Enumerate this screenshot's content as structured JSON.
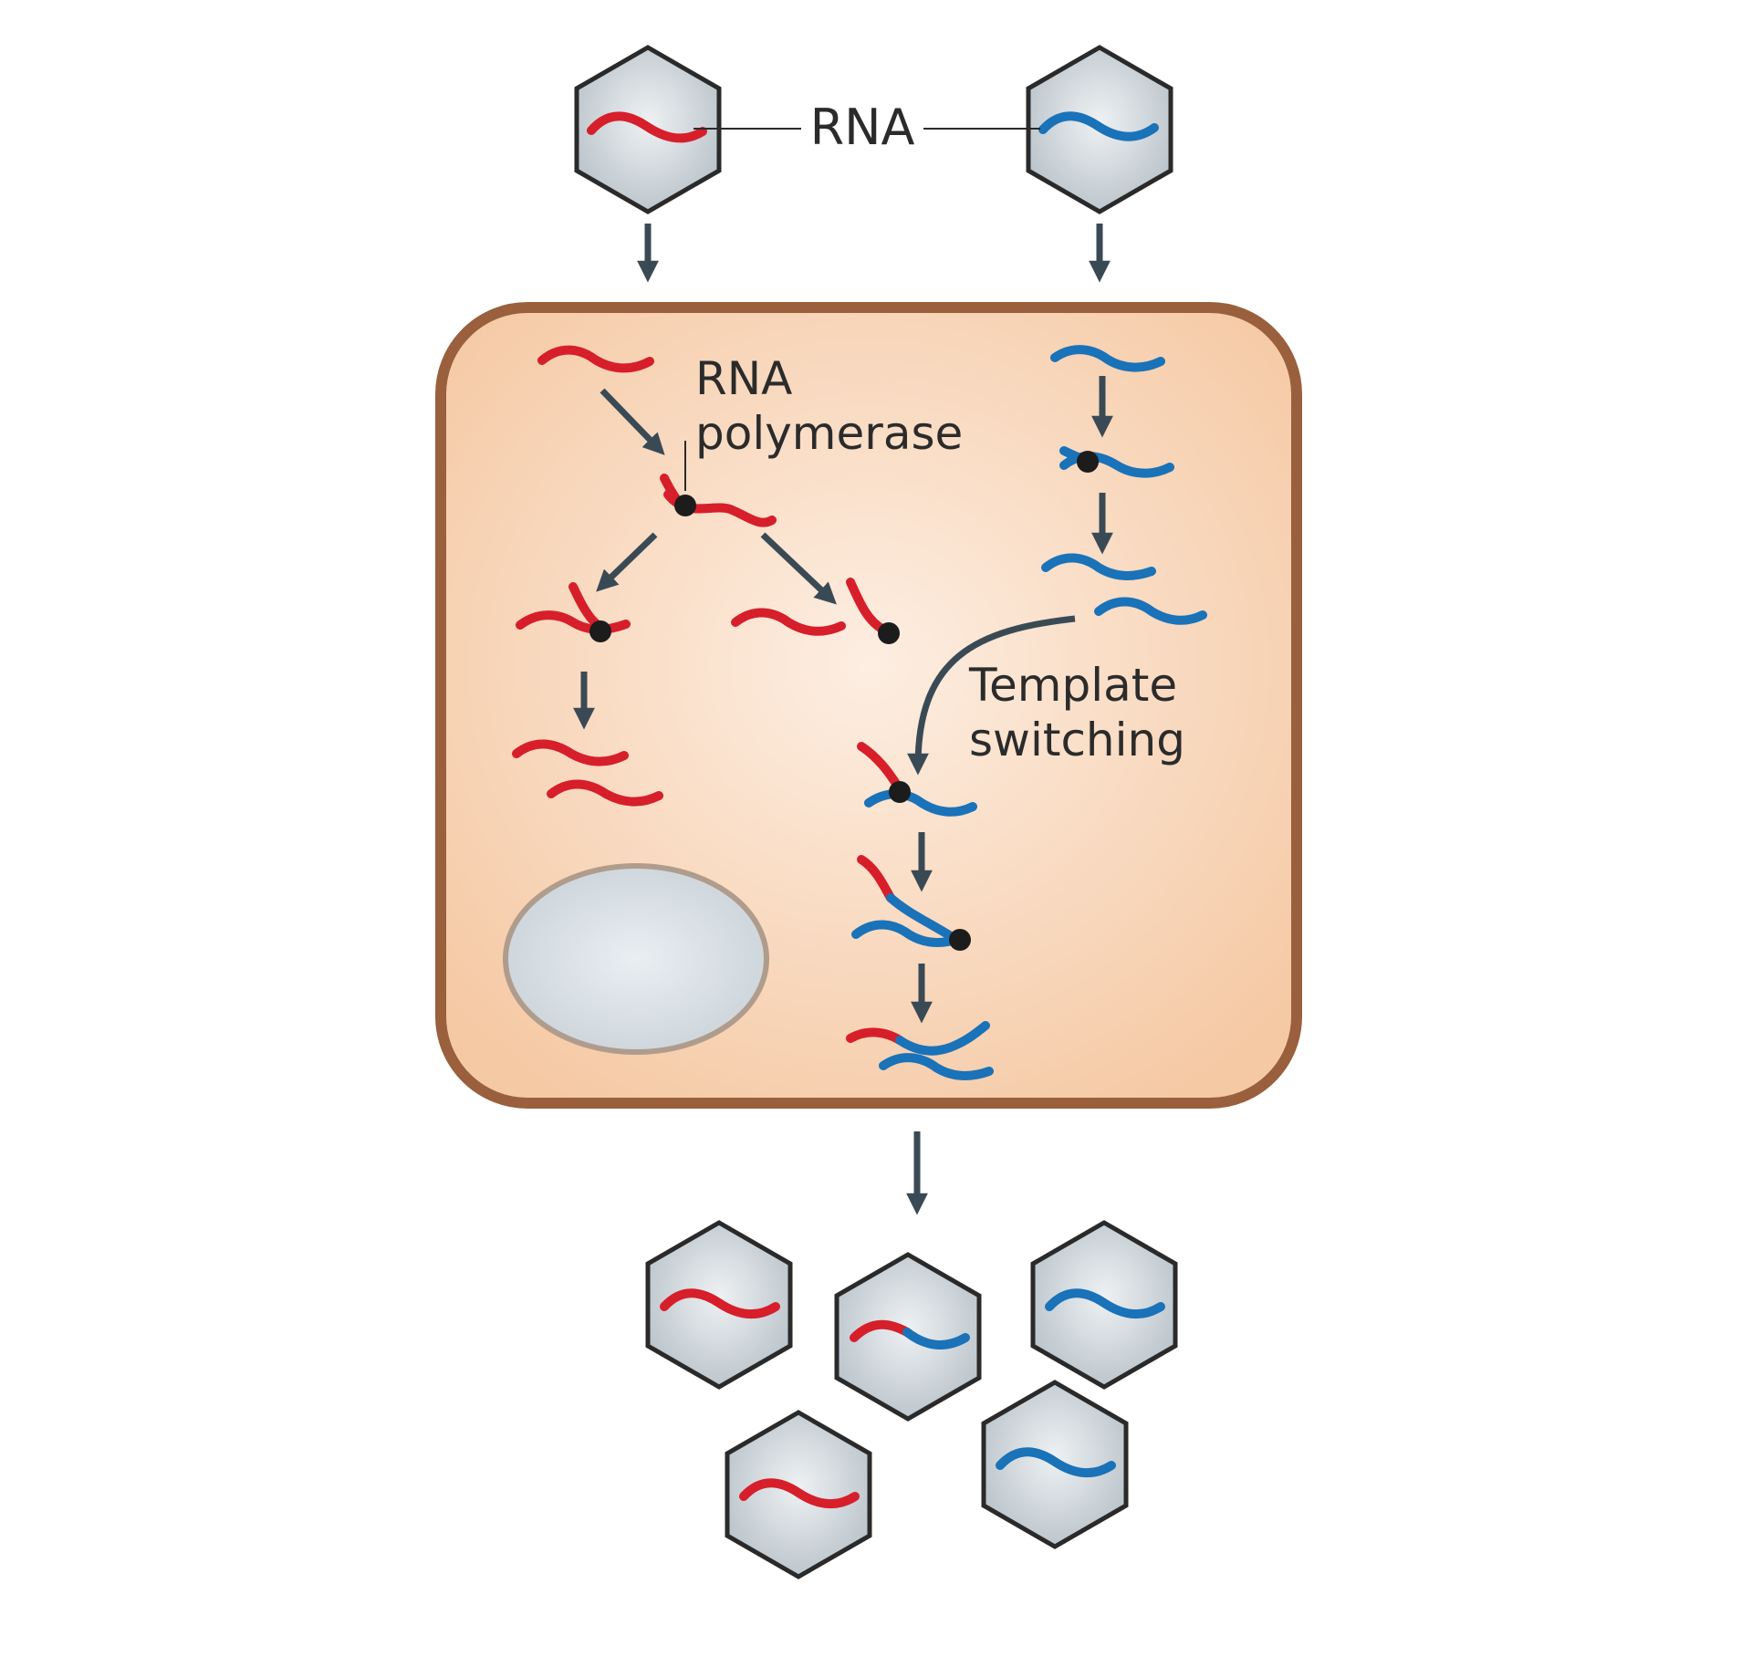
{
  "labels": {
    "rna": "RNA",
    "polymerase_line1": "RNA",
    "polymerase_line2": "polymerase",
    "template_line1": "Template",
    "template_line2": "switching"
  },
  "colors": {
    "virus_a_rna": "#d61f2a",
    "virus_b_rna": "#1a72b8",
    "cell_membrane": "#9a5f3c",
    "cytoplasm": "#f6cda8",
    "capsid": "#c3ccd2",
    "nucleus": "#dde3e8",
    "arrow": "#3a4a55",
    "polymerase": "#1c1c1c"
  },
  "progeny_virions": [
    {
      "genome": "red"
    },
    {
      "genome": "recombinant red-blue"
    },
    {
      "genome": "blue"
    },
    {
      "genome": "red"
    },
    {
      "genome": "blue"
    }
  ]
}
